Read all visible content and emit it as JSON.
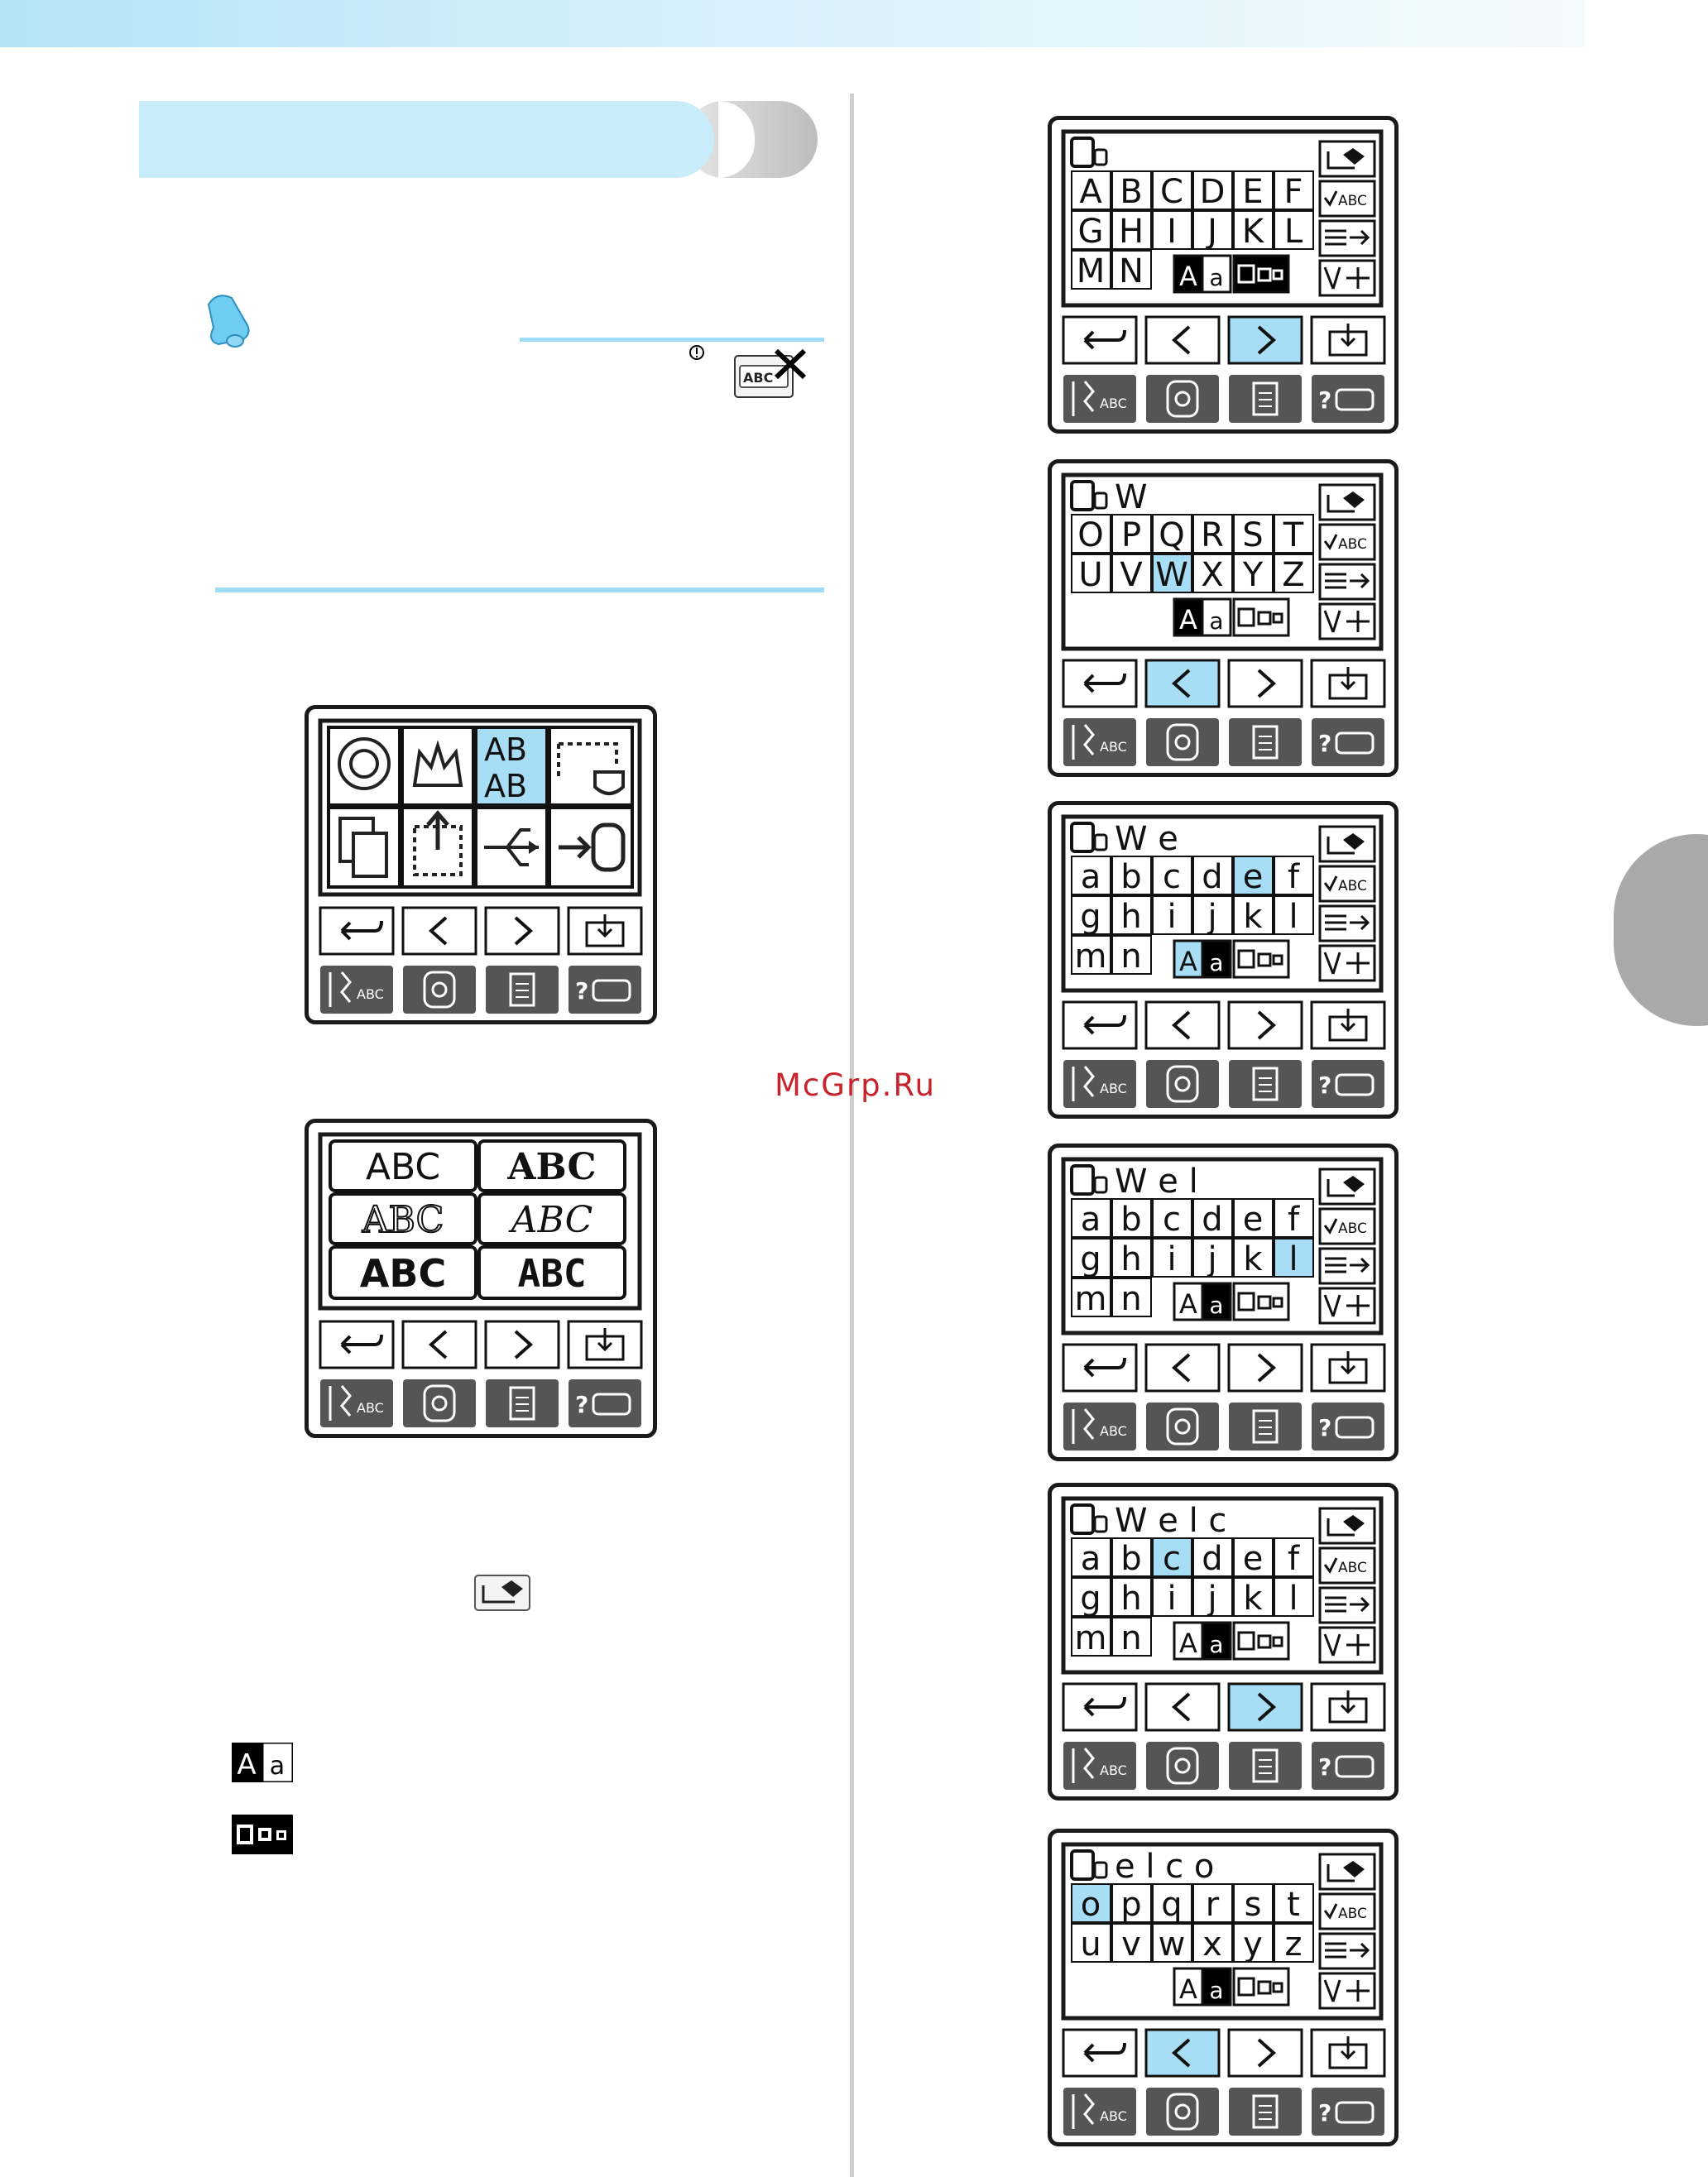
{
  "watermark": "McGrp.Ru",
  "screens": {
    "menu": {
      "title_icons": [
        "hand-wheel-embroidery-icon",
        "crown-embroidery-icon",
        "letter-abab-icon",
        "frame-pattern-icon",
        "copy-memory-icon",
        "pocket-upload-icon",
        "usb-icon",
        "machine-import-icon"
      ],
      "ab_top": "AB",
      "ab_bottom": "AB"
    },
    "fonts": {
      "samples": [
        "ABC",
        "ABC",
        "ABC",
        "ABC",
        "ABC",
        "ABC"
      ]
    },
    "s1": {
      "entered": "",
      "rows": [
        [
          "A",
          "B",
          "C",
          "D",
          "E",
          "F"
        ],
        [
          "G",
          "H",
          "I",
          "J",
          "K",
          "L"
        ],
        [
          "M",
          "N"
        ]
      ]
    },
    "s2": {
      "entered": "W",
      "rows": [
        [
          "O",
          "P",
          "Q",
          "R",
          "S",
          "T"
        ],
        [
          "U",
          "V",
          "W",
          "X",
          "Y",
          "Z"
        ]
      ]
    },
    "s3": {
      "entered": "W e",
      "rows": [
        [
          "a",
          "b",
          "c",
          "d",
          "e",
          "f"
        ],
        [
          "g",
          "h",
          "i",
          "j",
          "k",
          "l"
        ],
        [
          "m",
          "n"
        ]
      ]
    },
    "s4": {
      "entered": "W e l",
      "rows": [
        [
          "a",
          "b",
          "c",
          "d",
          "e",
          "f"
        ],
        [
          "g",
          "h",
          "i",
          "j",
          "k",
          "l"
        ],
        [
          "m",
          "n"
        ]
      ]
    },
    "s5": {
      "entered": "W e l c",
      "rows": [
        [
          "a",
          "b",
          "c",
          "d",
          "e",
          "f"
        ],
        [
          "g",
          "h",
          "i",
          "j",
          "k",
          "l"
        ],
        [
          "m",
          "n"
        ]
      ]
    },
    "s6": {
      "entered": "e l c o",
      "rows": [
        [
          "o",
          "p",
          "q",
          "r",
          "s",
          "t"
        ],
        [
          "u",
          "v",
          "w",
          "x",
          "y",
          "z"
        ]
      ]
    },
    "side_buttons": {
      "abc": "ABC",
      "case_upper": "A",
      "case_lower": "a"
    }
  },
  "legend": {
    "case_upper": "A",
    "case_lower": "a"
  },
  "colors": {
    "highlight": "#a8def5",
    "accent_bar": "#9fdcf5",
    "section_tab": "#c9ecfa"
  }
}
